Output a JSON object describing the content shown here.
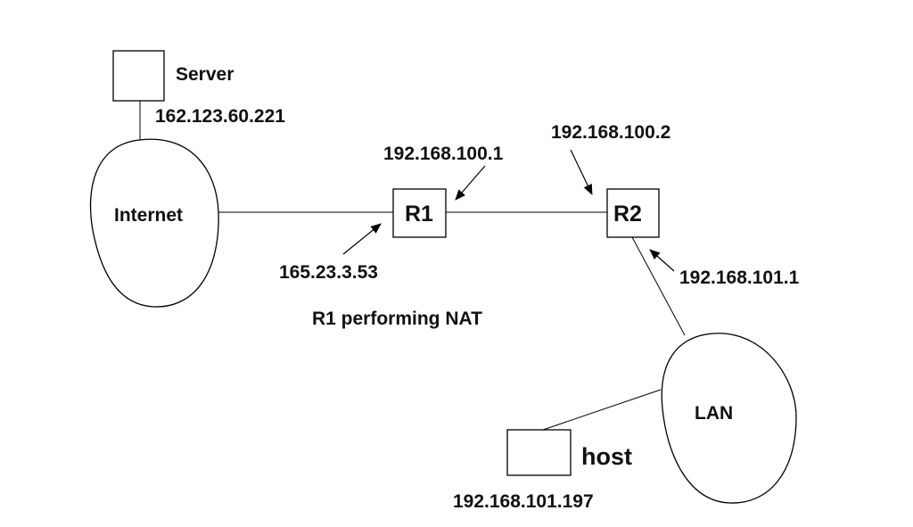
{
  "nodes": {
    "server": {
      "label": "Server",
      "ip": "162.123.60.221"
    },
    "internet": {
      "label": "Internet"
    },
    "r1": {
      "label": "R1",
      "inner_ip": "192.168.100.1",
      "outer_ip": "165.23.3.53",
      "note": "R1 performing NAT"
    },
    "r2": {
      "label": "R2",
      "outer_ip": "192.168.100.2",
      "inner_ip": "192.168.101.1"
    },
    "lan": {
      "label": "LAN"
    },
    "host": {
      "label": "host",
      "ip": "192.168.101.197"
    }
  }
}
